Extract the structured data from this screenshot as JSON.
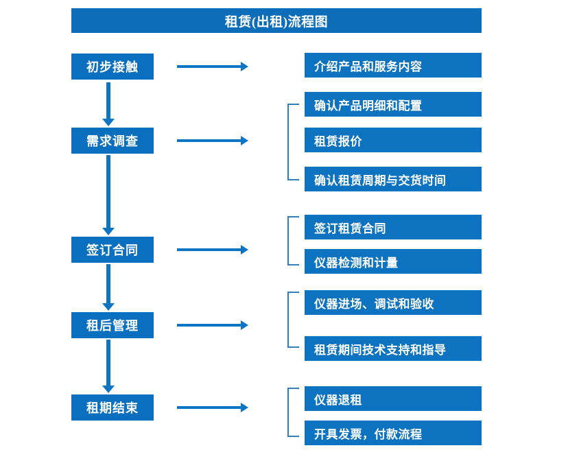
{
  "chart_data": {
    "type": "diagram",
    "title": "租赁(出租)流程图",
    "diagram_kind": "flowchart",
    "orientation": "vertical-with-branches",
    "colors": {
      "title_bar": "#0d6db8",
      "stage_box": "#0a6fbf",
      "task_box": "#0d72bf",
      "arrow": "#0d75c4",
      "bracket": "#2f7fc0",
      "text": "#ffffff",
      "background": "#ffffff"
    },
    "stages": [
      {
        "id": "stage-1",
        "label": "初步接触",
        "tasks": [
          "介绍产品和服务内容"
        ],
        "bracketed": false
      },
      {
        "id": "stage-2",
        "label": "需求调查",
        "tasks": [
          "确认产品明细和配置",
          "租赁报价",
          "确认租赁周期与交货时间"
        ],
        "bracketed": true
      },
      {
        "id": "stage-3",
        "label": "签订合同",
        "tasks": [
          "签订租赁合同",
          "仪器检测和计量"
        ],
        "bracketed": true
      },
      {
        "id": "stage-4",
        "label": "租后管理",
        "tasks": [
          "仪器进场、调试和验收",
          "租赁期间技术支持和指导"
        ],
        "bracketed": true
      },
      {
        "id": "stage-5",
        "label": "租期结束",
        "tasks": [
          "仪器退租",
          "开具发票，付款流程"
        ],
        "bracketed": true
      }
    ]
  },
  "header": {
    "title": "租赁(出租)流程图"
  },
  "stages": [
    {
      "label": "初步接触"
    },
    {
      "label": "需求调查"
    },
    {
      "label": "签订合同"
    },
    {
      "label": "租后管理"
    },
    {
      "label": "租期结束"
    }
  ],
  "tasks": [
    {
      "label": "介绍产品和服务内容"
    },
    {
      "label": "确认产品明细和配置"
    },
    {
      "label": "租赁报价"
    },
    {
      "label": "确认租赁周期与交货时间"
    },
    {
      "label": "签订租赁合同"
    },
    {
      "label": "仪器检测和计量"
    },
    {
      "label": "仪器进场、调试和验收"
    },
    {
      "label": "租赁期间技术支持和指导"
    },
    {
      "label": "仪器退租"
    },
    {
      "label": "开具发票，付款流程"
    }
  ]
}
